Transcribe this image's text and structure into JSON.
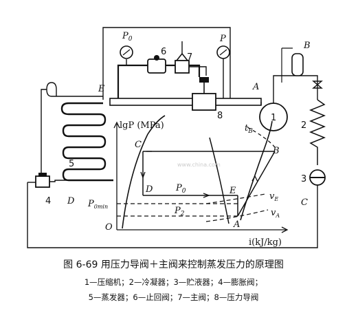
{
  "figure": {
    "title": "图 6-69    用压力导阀＋主阀来控制蒸发压力的原理图",
    "legend_line1": "1—压缩机；2—冷凝器；3—贮液器；4—膨胀阀；",
    "legend_line2": "5—蒸发器；6—止回阀；7—主阀；8—压力导阀"
  },
  "labels": {
    "P0_gauge": "P",
    "P0_sub": "0",
    "P_gauge": "P",
    "B_top": "B",
    "E_top": "E",
    "A_top": "A",
    "C_right": "C",
    "D_left": "D",
    "n1": "1",
    "n2": "2",
    "n3": "3",
    "n4": "4",
    "n5": "5",
    "n6": "6",
    "n7": "7",
    "n8": "8"
  },
  "ph_chart": {
    "y_axis_label": "lgP (MPa)",
    "x_axis_label": "i(kJ/kg)",
    "origin": "O",
    "point_B": "B",
    "point_C": "C",
    "point_D": "D",
    "point_E": "E",
    "point_A": "A",
    "iso_tB": "t",
    "iso_tB_sub": "B",
    "v_E": "v",
    "v_E_sub": "E",
    "v_A": "v",
    "v_A_sub": "A",
    "P0_line": "P",
    "P0_line_sub": "0",
    "P0min": "P",
    "P0min_sub": "0min",
    "P2": "P",
    "P2_sub": "2"
  },
  "watermark": "www.china.com"
}
